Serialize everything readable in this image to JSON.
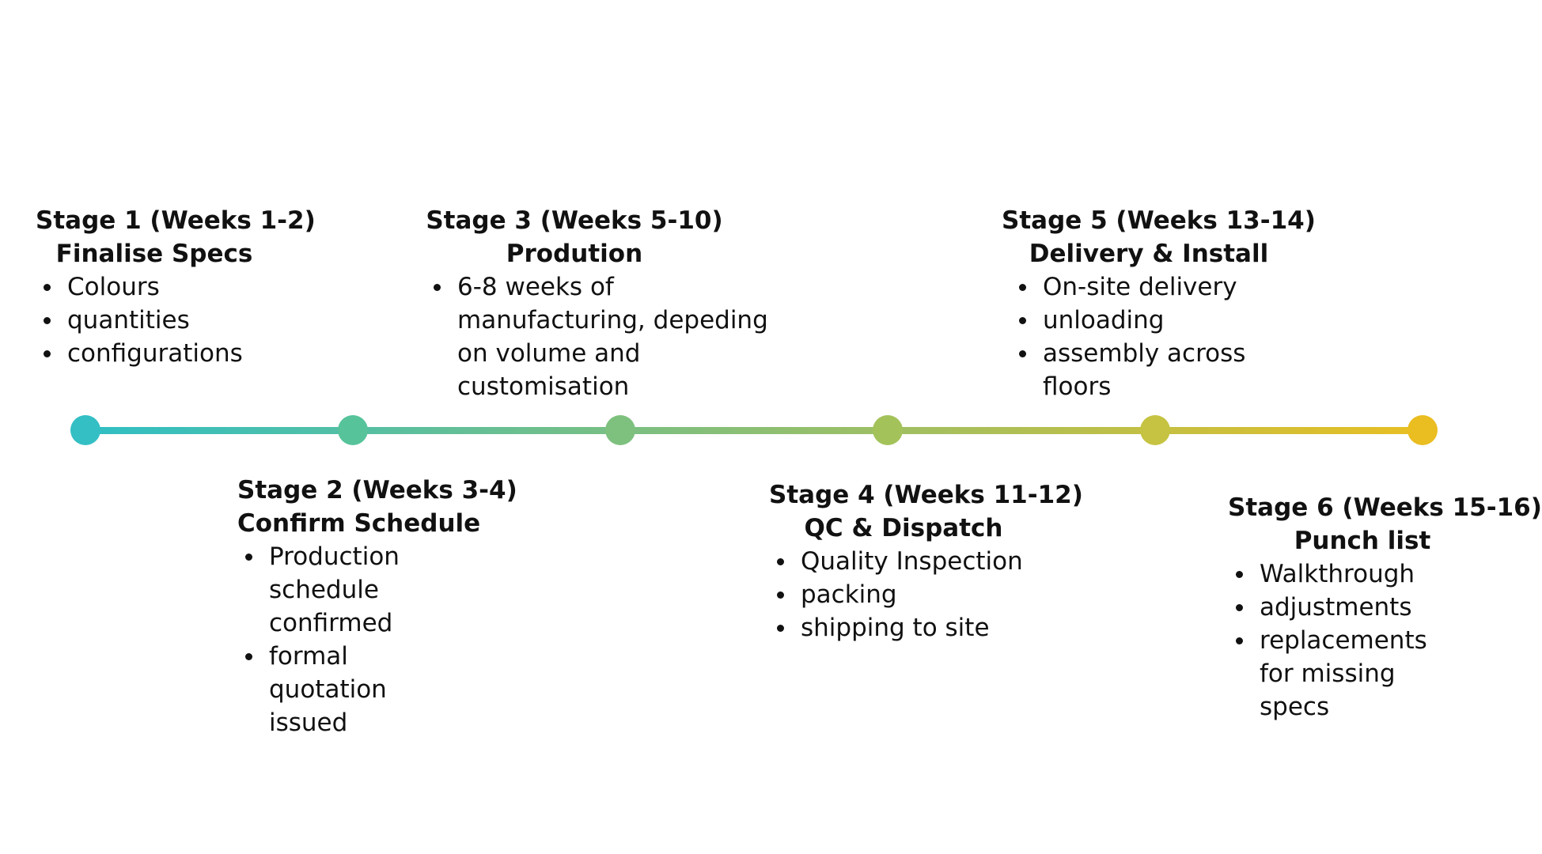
{
  "timeline": {
    "gradient_start": "#2fbfc4",
    "gradient_end": "#e9bf22",
    "node_colors": [
      "#33bfc4",
      "#56c39b",
      "#7ec17f",
      "#a3c25a",
      "#c6c342",
      "#eabd20"
    ]
  },
  "stages": [
    {
      "heading": "Stage 1 (Weeks 1-2)",
      "subtitle": "Finalise Specs",
      "bullets": [
        "Colours",
        "quantities",
        "configurations"
      ]
    },
    {
      "heading": "Stage 2 (Weeks 3-4)",
      "subtitle": "Confirm Schedule",
      "bullets": [
        "Production schedule confirmed",
        "formal quotation issued"
      ]
    },
    {
      "heading": "Stage 3 (Weeks 5-10)",
      "subtitle": "Prodution",
      "bullets": [
        "6-8 weeks of manufacturing, depeding on volume and customisation"
      ]
    },
    {
      "heading": "Stage 4 (Weeks 11-12)",
      "subtitle": "QC & Dispatch",
      "bullets": [
        "Quality Inspection",
        "packing",
        "shipping to site"
      ]
    },
    {
      "heading": "Stage 5 (Weeks 13-14)",
      "subtitle": "Delivery & Install",
      "bullets": [
        "On-site delivery",
        "unloading",
        "assembly across floors"
      ]
    },
    {
      "heading": "Stage 6 (Weeks 15-16)",
      "subtitle": "Punch list",
      "bullets": [
        "Walkthrough",
        "adjustments",
        "replacements for missing specs"
      ]
    }
  ]
}
